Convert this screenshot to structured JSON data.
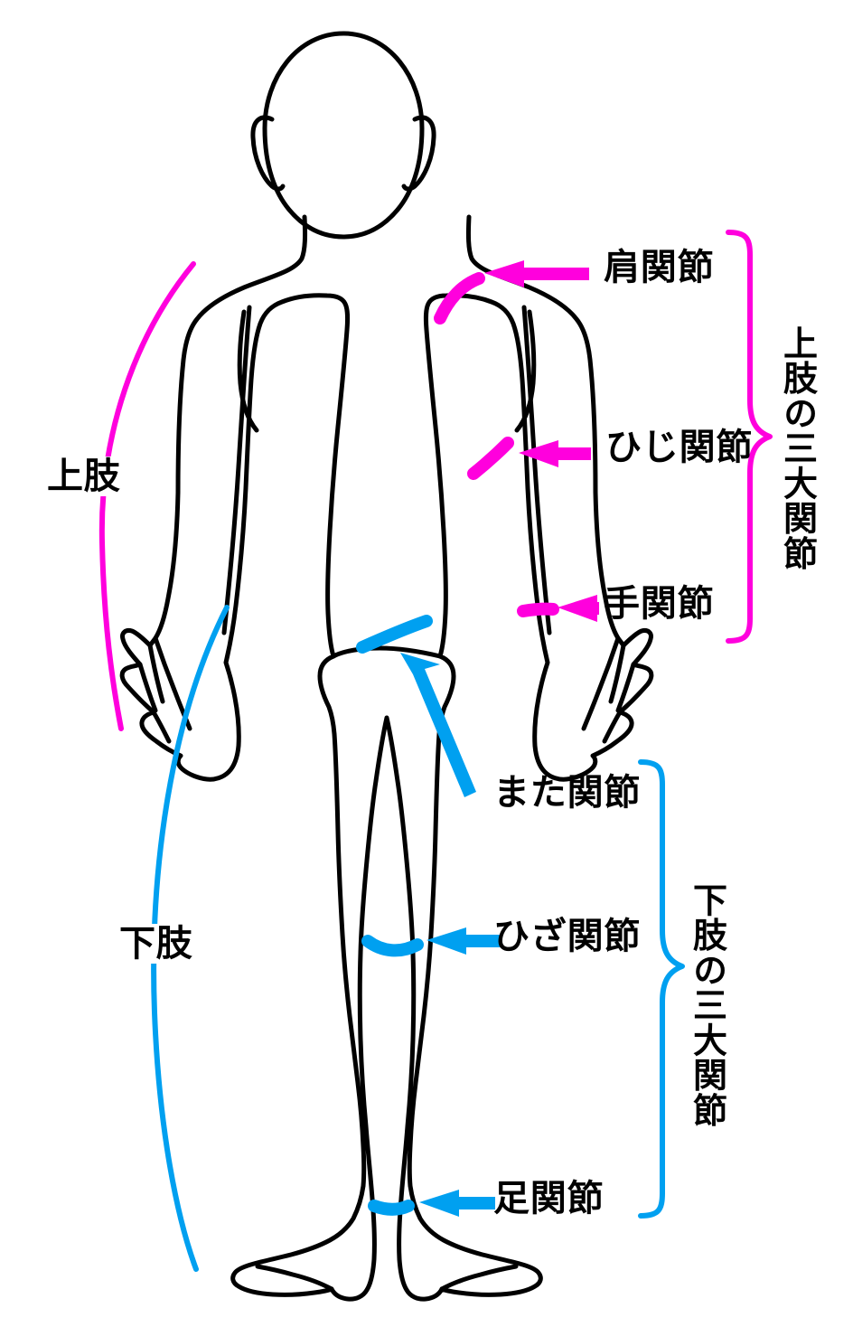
{
  "figure": {
    "title_alt": "人体の三大関節 図",
    "body_outline_color": "#000000",
    "accent_upper": "#ff00dd",
    "accent_lower": "#00a0f0",
    "background": "#ffffff"
  },
  "upper": {
    "group_label": "上肢の三大関節",
    "limb_label": "上肢",
    "color": "#ff00dd",
    "joints": [
      {
        "id": "shoulder",
        "label": "肩関節"
      },
      {
        "id": "elbow",
        "label": "ひじ関節"
      },
      {
        "id": "wrist",
        "label": "手関節"
      }
    ]
  },
  "lower": {
    "group_label": "下肢の三大関節",
    "limb_label": "下肢",
    "color": "#00a0f0",
    "joints": [
      {
        "id": "hip",
        "label": "また関節"
      },
      {
        "id": "knee",
        "label": "ひざ関節"
      },
      {
        "id": "ankle",
        "label": "足関節"
      }
    ]
  }
}
